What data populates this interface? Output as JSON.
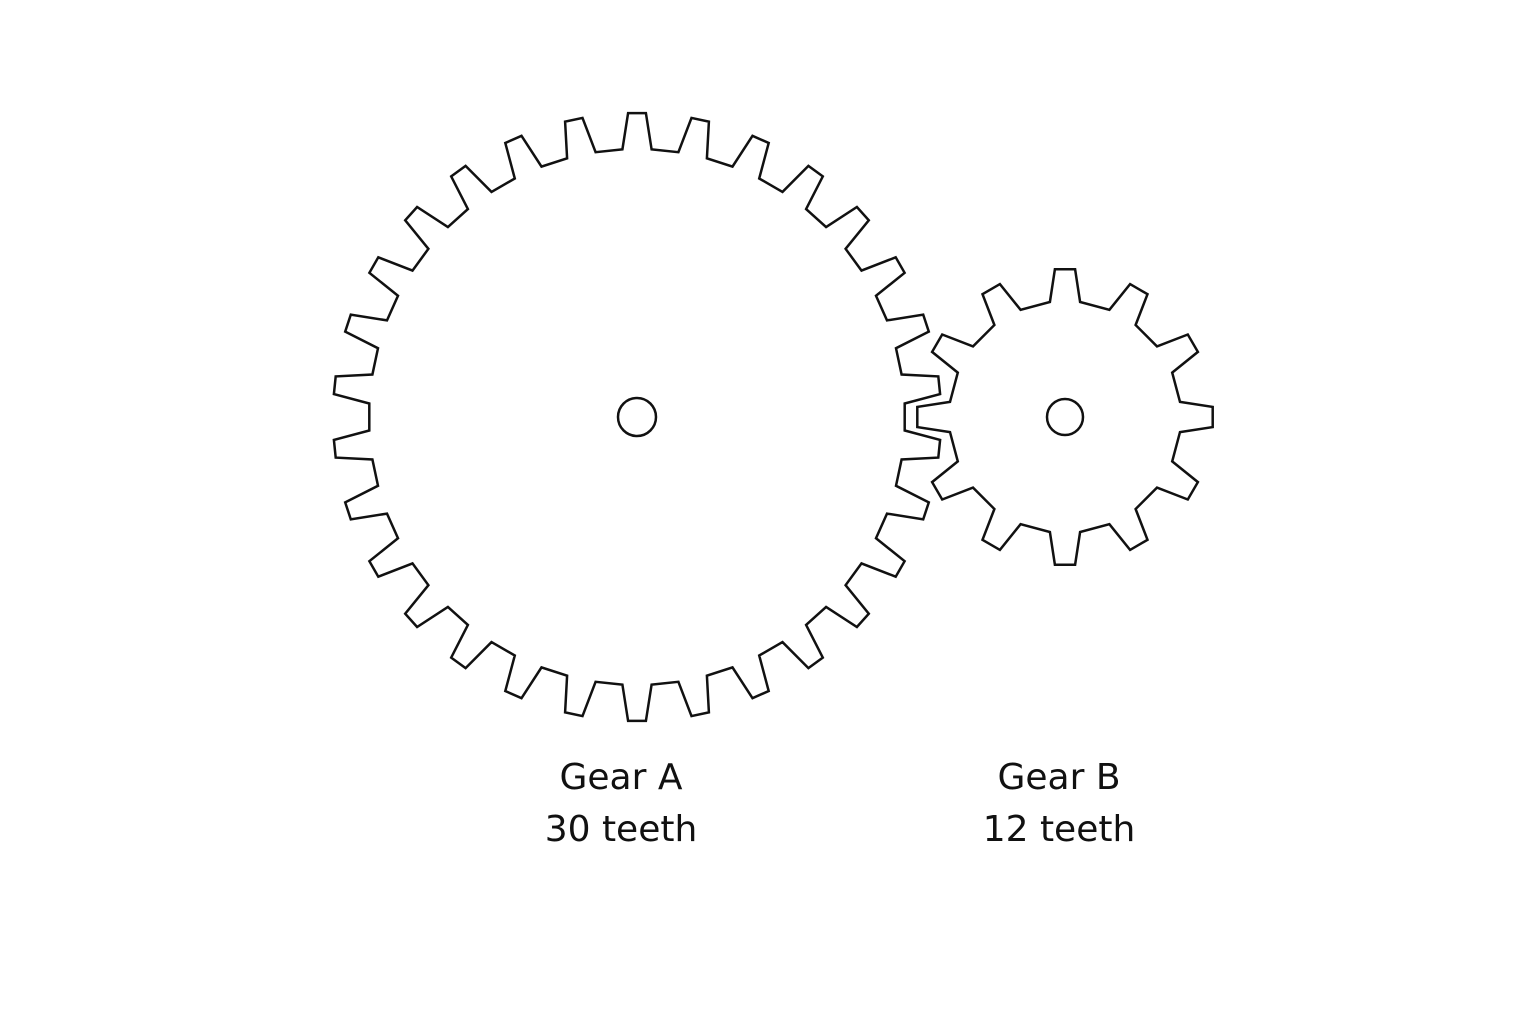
{
  "gears": [
    {
      "id": "gear-a",
      "name": "Gear A",
      "teeth_label": "30 teeth",
      "teeth": 30
    },
    {
      "id": "gear-b",
      "name": "Gear B",
      "teeth_label": "12 teeth",
      "teeth": 12
    }
  ],
  "colors": {
    "stroke": "#111111",
    "background": "#ffffff"
  }
}
